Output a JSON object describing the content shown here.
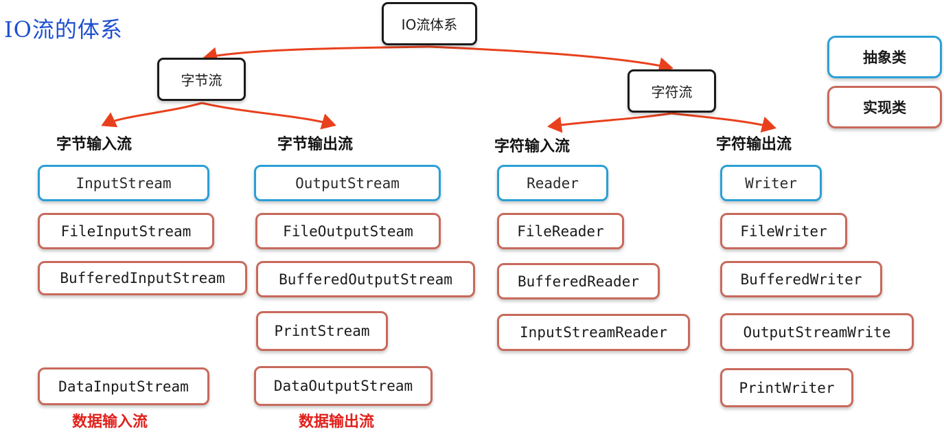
{
  "title": "IO流的体系",
  "colors": {
    "abstract": "#2a9fd6",
    "implementation": "#c8695b",
    "arrow": "#e8401c",
    "red_label": "#e0201b"
  },
  "root": {
    "label": "IO流体系"
  },
  "legend": {
    "abstract": "抽象类",
    "implementation": "实现类"
  },
  "byte_stream": {
    "label": "字节流",
    "input": {
      "heading": "字节输入流",
      "abstract": "InputStream",
      "classes": [
        "FileInputStream",
        "BufferedInputStream",
        "DataInputStream"
      ],
      "note": "数据输入流"
    },
    "output": {
      "heading": "字节输出流",
      "abstract": "OutputStream",
      "classes": [
        "FileOutputSteam",
        "BufferedOutputStream",
        "PrintStream",
        "DataOutputStream"
      ],
      "note": "数据输出流"
    }
  },
  "char_stream": {
    "label": "字符流",
    "input": {
      "heading": "字符输入流",
      "abstract": "Reader",
      "classes": [
        "FileReader",
        "BufferedReader",
        "InputStreamReader"
      ]
    },
    "output": {
      "heading": "字符输出流",
      "abstract": "Writer",
      "classes": [
        "FileWriter",
        "BufferedWriter",
        "OutputStreamWrite",
        "PrintWriter"
      ]
    }
  }
}
